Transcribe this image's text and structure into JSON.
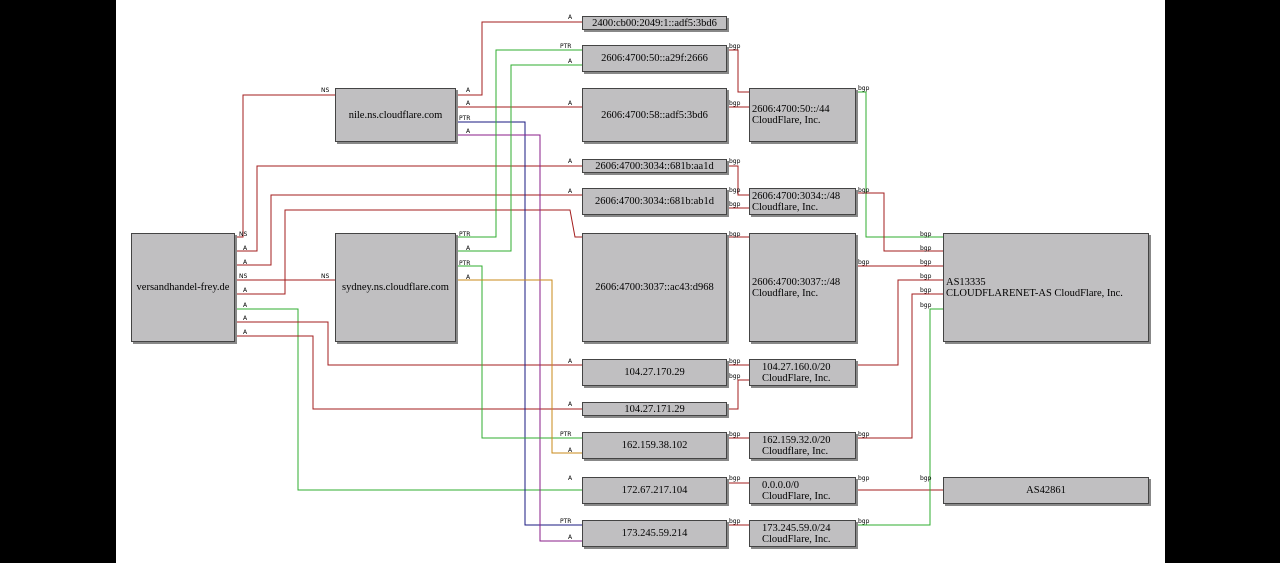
{
  "nodes": {
    "domain": "versandhandel-frey.de",
    "ns1": "nile.ns.cloudflare.com",
    "ns2": "sydney.ns.cloudflare.com",
    "ip_2400": "2400:cb00:2049:1::adf5:3bd6",
    "ip_2606_a29f": "2606:4700:50::a29f:2666",
    "ip_2606_adf5": "2606:4700:58::adf5:3bd6",
    "ip_681b_aa1d": "2606:4700:3034::681b:aa1d",
    "ip_681b_ab1d": "2606:4700:3034::681b:ab1d",
    "ip_ac43": "2606:4700:3037::ac43:d968",
    "ip_104_170": "104.27.170.29",
    "ip_104_171": "104.27.171.29",
    "ip_162": "162.159.38.102",
    "ip_172": "172.67.217.104",
    "ip_173": "173.245.59.214",
    "net_50_l1": "2606:4700:50::/44",
    "net_50_l2": "CloudFlare, Inc.",
    "net_3034_l1": "2606:4700:3034::/48",
    "net_3034_l2": "Cloudflare, Inc.",
    "net_3037_l1": "2606:4700:3037::/48",
    "net_3037_l2": "Cloudflare, Inc.",
    "net_104_l1": "104.27.160.0/20",
    "net_104_l2": "CloudFlare, Inc.",
    "net_162_l1": "162.159.32.0/20",
    "net_162_l2": "Cloudflare, Inc.",
    "net_0_l1": "0.0.0.0/0",
    "net_0_l2": "CloudFlare, Inc.",
    "net_173_l1": "173.245.59.0/24",
    "net_173_l2": "CloudFlare, Inc.",
    "as13335_l1": "AS13335",
    "as13335_l2": "CLOUDFLARENET-AS CloudFlare, Inc.",
    "as42861": "AS42861"
  },
  "edge_labels": {
    "a": "A",
    "ns": "NS",
    "ptr": "PTR",
    "bgp": "bgp"
  },
  "colors": {
    "red": "#a31d1d",
    "green": "#2fae2f",
    "navy": "#1a1a80",
    "purple": "#8a1d8a",
    "orange": "#c98a1a"
  }
}
